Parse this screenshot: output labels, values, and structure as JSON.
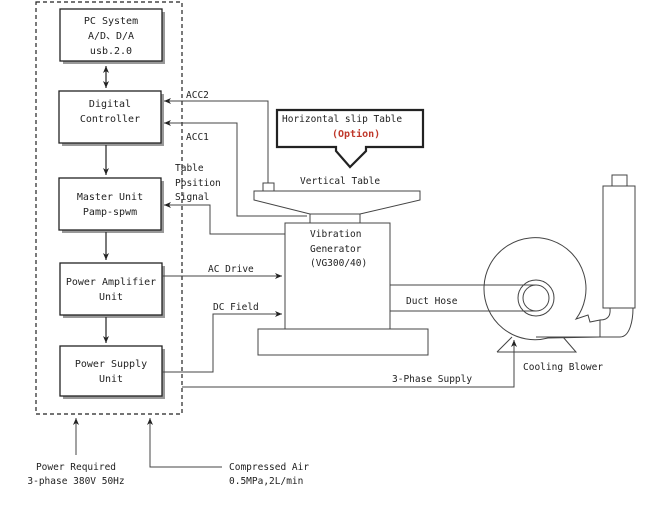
{
  "blocks": {
    "pc_system": [
      "PC System",
      "A/D、D/A",
      "usb.2.0"
    ],
    "digital_controller": [
      "Digital",
      "Controller"
    ],
    "master_unit": [
      "Master Unit",
      "Pamp-spwm"
    ],
    "power_amplifier": [
      "Power Amplifier",
      "Unit"
    ],
    "power_supply": [
      "Power Supply",
      "Unit"
    ]
  },
  "signals": {
    "acc2": "ACC2",
    "acc1": "ACC1",
    "table_position": [
      "Table",
      "Position",
      "Signal"
    ],
    "ac_drive": "AC Drive",
    "dc_field": "DC Field",
    "duct_hose": "Duct Hose",
    "three_phase_supply": "3-Phase Supply"
  },
  "equipment": {
    "horizontal_slip_table": "Horizontal slip Table",
    "option": "(Option)",
    "vertical_table": "Vertical Table",
    "vibration_generator": [
      "Vibration",
      "Generator",
      "(VG300/40)"
    ],
    "cooling_blower": "Cooling Blower"
  },
  "inputs": {
    "power_required": [
      "Power Required",
      "3-phase 380V 50Hz"
    ],
    "compressed_air": [
      "Compressed Air",
      "0.5MPa,2L/min"
    ]
  },
  "colors": {
    "option_text": "#c0392b"
  }
}
